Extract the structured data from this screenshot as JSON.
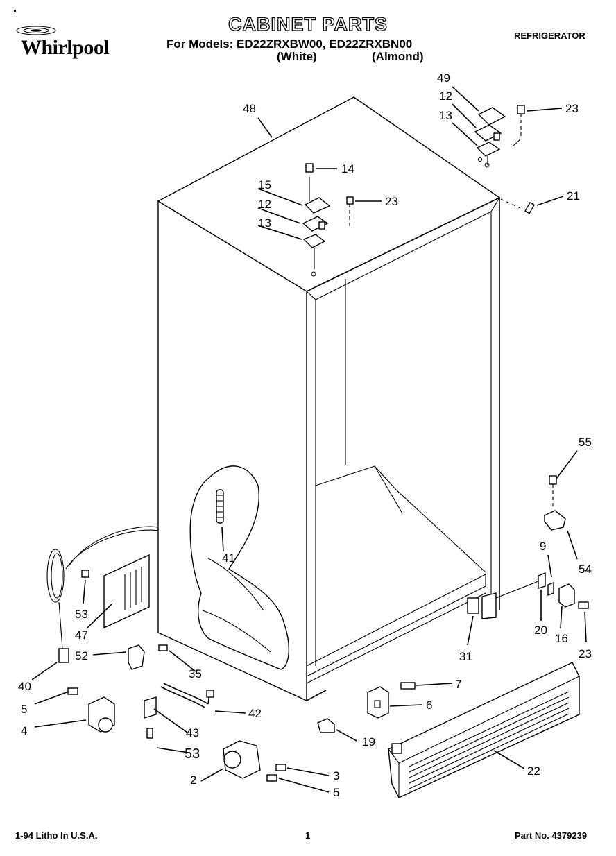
{
  "header": {
    "brand": "Whirlpool",
    "title": "CABINET PARTS",
    "models_line": "For Models: ED22ZRXBW00, ED22ZRXBN00",
    "variant_white": "(White)",
    "variant_almond": "(Almond)",
    "category": "REFRIGERATOR"
  },
  "footer": {
    "litho": "1-94 Litho In U.S.A.",
    "page": "1",
    "part_no": "Part No. 4379239"
  },
  "callouts": {
    "c48": "48",
    "c49": "49",
    "c12a": "12",
    "c13a": "13",
    "c23a": "23",
    "c14": "14",
    "c15": "15",
    "c12b": "12",
    "c13b": "13",
    "c23b": "23",
    "c21": "21",
    "c55": "55",
    "c9": "9",
    "c54": "54",
    "c20": "20",
    "c16": "16",
    "c23c": "23",
    "c31": "31",
    "c41": "41",
    "c53a": "53",
    "c47": "47",
    "c52": "52",
    "c40": "40",
    "c35": "35",
    "c5a": "5",
    "c4": "4",
    "c42": "42",
    "c43": "43",
    "c53b": "53",
    "c2": "2",
    "c3": "3",
    "c5b": "5",
    "c7": "7",
    "c6": "6",
    "c19": "19",
    "c22": "22"
  }
}
